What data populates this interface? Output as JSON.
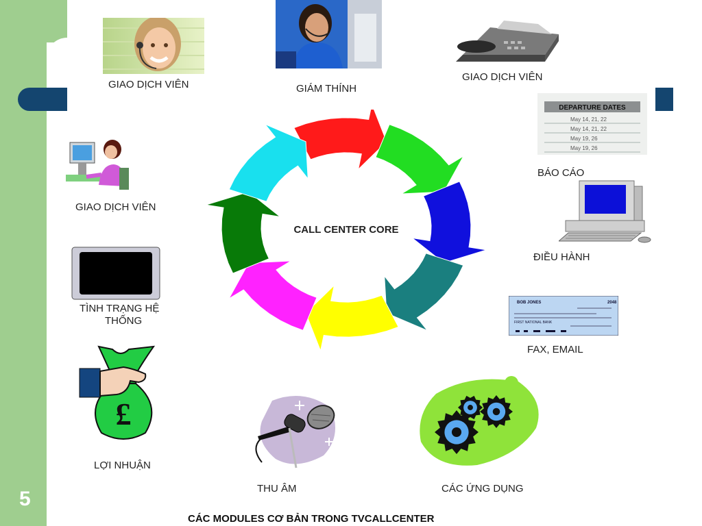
{
  "slide": {
    "number": "5",
    "footer": "CÁC MODULES CƠ BẢN TRONG TVCALLCENTER"
  },
  "core": {
    "label": "CALL CENTER CORE"
  },
  "modules": {
    "agent_headset": "GIAO DỊCH VIÊN",
    "supervisor": "GIÁM THÍNH",
    "agent_phone": "GIAO DỊCH VIÊN",
    "report": "BÁO CÁO",
    "agent_computer": "GIAO DỊCH VIÊN",
    "operations": "ĐIỀU HÀNH",
    "system_status_line1": "TÌNH TRẠNG HỆ",
    "system_status_line2": "THỐNG",
    "fax_email": "FAX, EMAIL",
    "profit": "LỢI NHUẬN",
    "recording": "THU ÂM",
    "applications": "CÁC ỨNG DỤNG"
  },
  "report_image": {
    "header": "DEPARTURE DATES",
    "rows": [
      "May 14, 21, 22",
      "May 14, 21, 22",
      "May 19, 26",
      "May 19, 26"
    ]
  },
  "cheque": {
    "name": "BOB JONES",
    "number": "2048",
    "bank": "FIRST NATIONAL BANK"
  },
  "money_bag_symbol": "£",
  "colors": {
    "sidebar": "#9fce8f",
    "accent": "#14456f",
    "arrows": [
      "#ff1a1a",
      "#22dd22",
      "#1010dd",
      "#1a7f7f",
      "#ffff00",
      "#ff22ff",
      "#087a08",
      "#19e0ee"
    ]
  },
  "icons": [
    "agent-headset-photo",
    "supervisor-photo",
    "fax-machine-icon",
    "report-document-icon",
    "agent-computer-icon",
    "desktop-computer-icon",
    "monitor-icon",
    "cheque-icon",
    "money-bag-icon",
    "microphone-icon",
    "gears-icon"
  ]
}
